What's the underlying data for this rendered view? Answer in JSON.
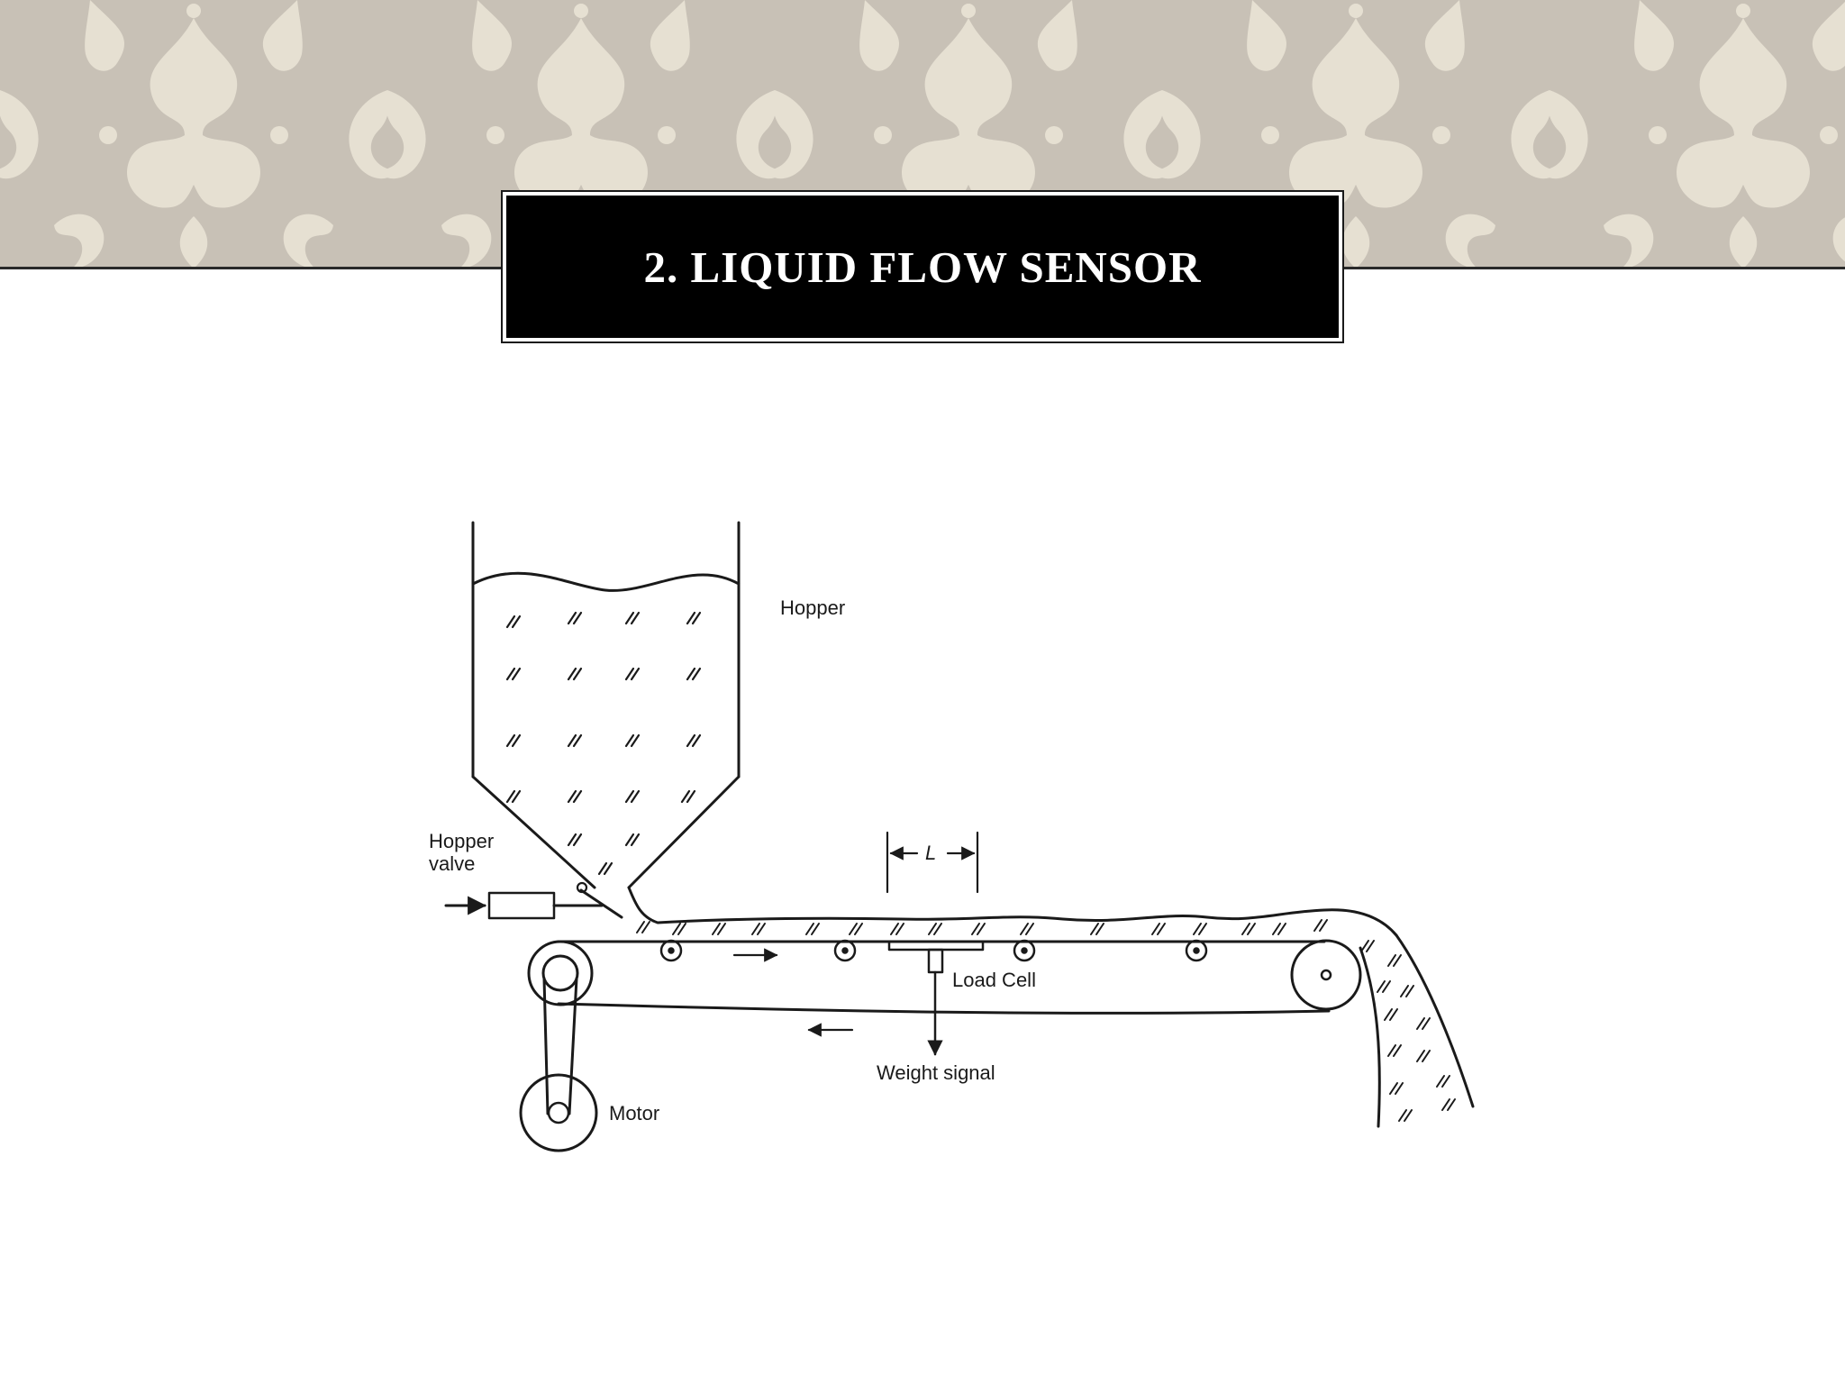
{
  "slide": {
    "title": "2. LIQUID FLOW SENSOR"
  },
  "diagram": {
    "labels": {
      "hopper": "Hopper",
      "hopper_valve_line1": "Hopper",
      "hopper_valve_line2": "valve",
      "length": "L",
      "load_cell": "Load Cell",
      "weight_signal": "Weight signal",
      "motor": "Motor"
    }
  },
  "colors": {
    "banner_bg": "#c8c1b6",
    "banner_pattern": "#e6e0d2",
    "title_bg": "#000000",
    "title_text": "#ffffff",
    "line": "#1a1a1a"
  }
}
